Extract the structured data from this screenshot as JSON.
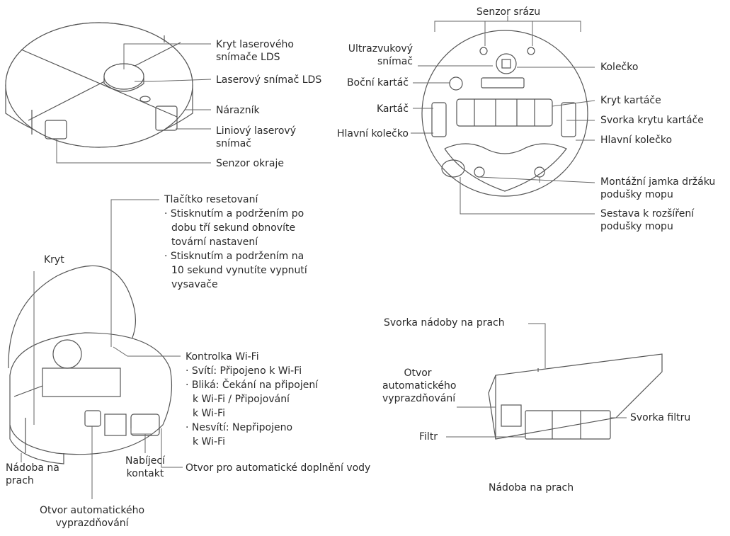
{
  "robot_top": {
    "lds_cover": "Kryt laserového snímače LDS",
    "lds_sensor": "Laserový snímač LDS",
    "bumper": "Nárazník",
    "line_laser": "Liniový laserový snímač",
    "edge_sensor": "Senzor okraje"
  },
  "robot_bottom": {
    "cliff_sensor": "Senzor srázu",
    "ultrasonic": "Ultrazvukový snímač",
    "side_brush": "Boční kartáč",
    "brush": "Kartáč",
    "main_wheel_left": "Hlavní kolečko",
    "wheel": "Kolečko",
    "brush_cover": "Kryt kartáče",
    "brush_clip": "Svorka krytu kartáče",
    "main_wheel_right": "Hlavní kolečko",
    "mop_mount": "Montážní jamka držáku podušky mopu",
    "mop_assembly": "Sestava k rozšíření podušky mopu"
  },
  "robot_open": {
    "cover": "Kryt",
    "reset_button": "Tlačítko resetovaní",
    "reset_notes": [
      "Stisknutím a podržením po",
      "dobu tří sekund obnovíte",
      "tovární nastavení",
      "Stisknutím a podržením na",
      "10 sekund vynutíte vypnutí",
      "vysavače"
    ],
    "wifi_indicator": "Kontrolka Wi-Fi",
    "wifi_notes": [
      "Svítí: Připojeno k Wi-Fi",
      "Bliká: Čekání na připojení",
      "k Wi-Fi / Připojování",
      "k Wi-Fi",
      "Nesvítí: Nepřipojeno",
      "k Wi-Fi"
    ],
    "dustbin": "Nádoba na prach",
    "charging_contact": "Nabíjecí kontakt",
    "water_refill": "Otvor pro automatické doplnění vody",
    "auto_empty": "Otvor automatického vyprazdňování"
  },
  "dustbin_view": {
    "bin_clip": "Svorka nádoby na prach",
    "auto_empty_port": "Otvor automatického vyprazdňování",
    "filter_clip": "Svorka filtru",
    "filter": "Filtr",
    "caption": "Nádoba na prach"
  },
  "colors": {
    "line": "#555555",
    "text": "#2a2a2a"
  }
}
